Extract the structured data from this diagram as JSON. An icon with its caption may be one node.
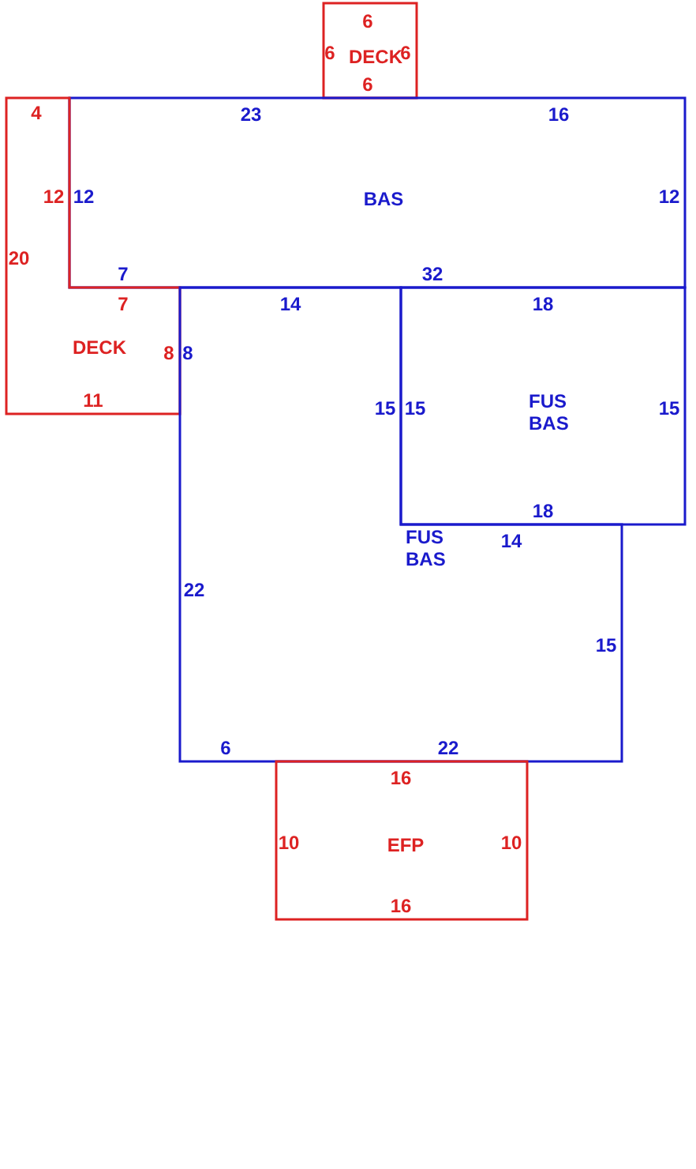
{
  "diagram": {
    "nodes": [
      {
        "text": [
          "DECK"
        ]
      },
      {
        "text": [
          "BAS"
        ]
      },
      {
        "text": [
          "DECK"
        ]
      },
      {
        "text": [
          "FUS BAS"
        ]
      },
      {
        "text": [
          "FUS BAS"
        ]
      },
      {
        "text": [
          "EFP"
        ]
      }
    ],
    "labels": [
      "6",
      "6",
      "6",
      "6",
      "4",
      "23",
      "16",
      "12",
      "12",
      "12",
      "20",
      "7",
      "32",
      "7",
      "14",
      "18",
      "8",
      "8",
      "15",
      "15",
      "15",
      "11",
      "18",
      "14",
      "22",
      "15",
      "6",
      "22",
      "16",
      "10",
      "10",
      "16"
    ]
  }
}
